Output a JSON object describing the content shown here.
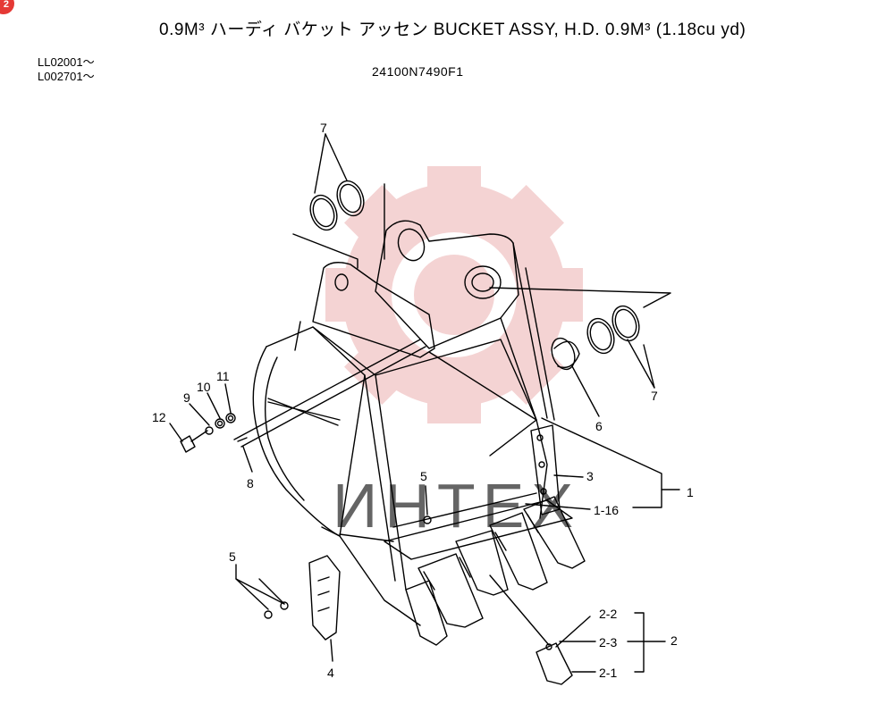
{
  "badge": "2",
  "title": "0.9M³ ハーディ バケット アッセン BUCKET ASSY, H.D. 0.9M³ (1.18cu yd)",
  "serials": [
    "LL02001〜",
    "L002701〜"
  ],
  "part_number": "24100N7490F1",
  "watermark": "ИНТЕХ",
  "colors": {
    "line": "#000000",
    "watermark": "#e8a0a0"
  },
  "callouts": {
    "c7a": "7",
    "c7b": "7",
    "c6": "6",
    "c1": "1",
    "c3": "3",
    "c1_16": "1-16",
    "c5a": "5",
    "c5b": "5",
    "c8": "8",
    "c9": "9",
    "c10": "10",
    "c11": "11",
    "c12": "12",
    "c4": "4",
    "c2_2": "2-2",
    "c2_3": "2-3",
    "c2_1": "2-1",
    "c2": "2"
  }
}
